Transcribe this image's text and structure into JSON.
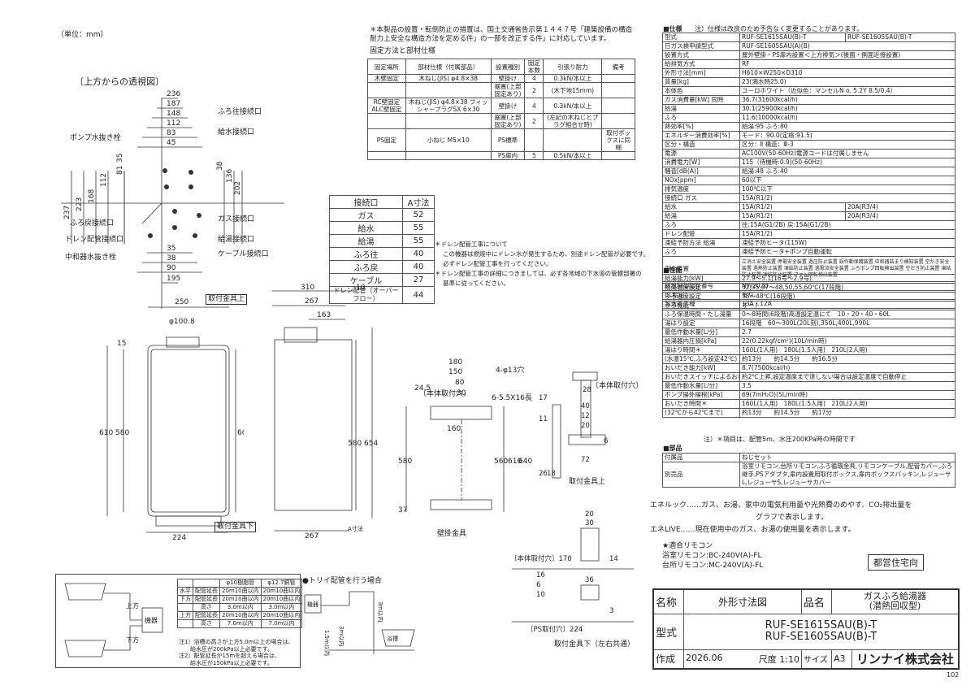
{
  "unit_label": "〔単位：mm〕",
  "page_number": "102",
  "note_top": "＊本製品の設置・転倒防止の措置は、国土交通省告示第１４４７号「建築設備の構造耐力上安全な構造方法を定める件」の一部を改正する件」に対応しています。",
  "fixing": {
    "title": "固定方法と部材仕様",
    "headers": [
      "固定場所",
      "部材仕様（付属部品）",
      "設置種別",
      "固定本数",
      "引張り耐力",
      "備考"
    ],
    "rows": [
      [
        "木壁固定",
        "木ねじ(JIS) φ4.8×38",
        "壁掛け",
        "4",
        "0.3kN/本以上",
        ""
      ],
      [
        "",
        "",
        "据置(上部固定あり)",
        "2",
        "(木下地15mm)",
        ""
      ],
      [
        "RC壁固定 ALC壁固定",
        "木ねじ(JIS) φ4.8×38 フィッシャープラグSX 6×30",
        "壁掛け",
        "4",
        "0.3kN/本以上",
        ""
      ],
      [
        "",
        "",
        "据置(上部固定あり)",
        "2",
        "(左記の木ねじとプラグ組合せ時)",
        ""
      ],
      [
        "PS固定",
        "小ねじ M5×10",
        "PS標準",
        "",
        "",
        "取付ボックスに同梱"
      ],
      [
        "",
        "",
        "PS扉内",
        "5",
        "0.5kN/本以上",
        ""
      ]
    ]
  },
  "conn_table": {
    "headers": [
      "接続口",
      "A寸法"
    ],
    "rows": [
      [
        "ガス",
        "52"
      ],
      [
        "給水",
        "55"
      ],
      [
        "給湯",
        "55"
      ],
      [
        "ふろ往",
        "40"
      ],
      [
        "ふろ戻",
        "40"
      ],
      [
        "ケーブル",
        "27"
      ],
      [
        "ドレン配管（オーバーフロー）",
        "44"
      ]
    ]
  },
  "drain_notes": [
    "＊ドレン配管工事について",
    "この機器は燃焼中にドレン水が発生するため、別途ドレン配管が必要です。",
    "必ずドレン配管工事を行ってください。",
    "＊ドレン配管工事の詳細につきましては、必ず各地域の下水道の管轄部署の",
    "基準に従ってください。"
  ],
  "top_view": {
    "title": "〔上方からの透視図〕",
    "labels": [
      "ポンプ水抜き栓",
      "ふろ往接続口",
      "給水接続口",
      "ふろ戻接続口",
      "ガス接続口",
      "ドレン配管接続口",
      "給湯接続口",
      "中和器水抜き栓",
      "ケーブル接続口"
    ],
    "dims": [
      "236",
      "187",
      "148",
      "112",
      "83",
      "45",
      "35",
      "81",
      "112",
      "168",
      "223",
      "237",
      "38",
      "136",
      "202",
      "35",
      "38",
      "90",
      "195"
    ]
  },
  "front_view": {
    "dims": [
      "250",
      "φ100.8",
      "15",
      "610",
      "580",
      "608",
      "224"
    ],
    "label_top": "取付金具上",
    "label_bottom": "取付金具下"
  },
  "side_view": {
    "dims": [
      "310",
      "10",
      "267",
      "163",
      "580",
      "654",
      "267",
      "A寸法"
    ]
  },
  "bracket_view": {
    "dims": [
      "180",
      "150",
      "80",
      "30",
      "24.5",
      "4-φ13穴",
      "6-5.5X16長穴",
      "160",
      "580",
      "560",
      "610",
      "640",
      "37"
    ],
    "label_body": "〔本体取付穴〕",
    "label_wall": "壁掛金具"
  },
  "upper_bracket": {
    "dims": [
      "28",
      "40",
      "12",
      "20",
      "6",
      "72",
      "17",
      "11",
      "26",
      "18"
    ],
    "label": "〔本体取付穴〕",
    "title": "取付金具上"
  },
  "lower_bracket": {
    "dims": [
      "20",
      "30",
      "〔本体取付穴〕170",
      "14",
      "16",
      "6",
      "10",
      "36",
      "3",
      "〔PS取付穴〕224"
    ],
    "title": "取付金具下（左右共通）"
  },
  "spec": {
    "title": "■仕様",
    "note": "注）仕様は改良のため予告なく変更することがあります。",
    "rows": [
      [
        "型式",
        "RUF-SE1615SAU(B)-T",
        "RUF-SE1605SAU(B)-T"
      ],
      [
        "日ガス検申請型式",
        "RUF-SE1605SAU(A)(B)",
        ""
      ],
      [
        "設置方式",
        "屋外壁掛・PS扉内設置＜上方排気＞(後面・側面近接設置)",
        ""
      ],
      [
        "給排気方式",
        "RF",
        ""
      ],
      [
        "外形寸法[mm]",
        "H610×W250×D310",
        ""
      ],
      [
        "質量[kg]",
        "23(満水時25.0)",
        ""
      ],
      [
        "本体色",
        "ユーロホワイト（近似色：マンセルN o. 5.2Y 8.5/0.4）",
        ""
      ],
      [
        "ガス消費量[kW] 同時",
        "36.7(31600kcal/h)",
        ""
      ],
      [
        "給湯",
        "30.1(25900kcal/h)",
        ""
      ],
      [
        "ふろ",
        "11.6(10000kcal/h)",
        ""
      ],
      [
        "熱効率[%]",
        "給湯:95 ふろ:80",
        ""
      ],
      [
        "エネルギー消費効率[%]",
        "モード：90.0(定格:91.5)",
        ""
      ],
      [
        "区分・構造",
        "区分：Ⅱ 構造：Ⅲ-3",
        ""
      ],
      [
        "電源",
        "AC100V(50-60Hz)電源コードは付属しません",
        ""
      ],
      [
        "消費電力[W]",
        "115（待機時:0.9)(50-60Hz)",
        ""
      ],
      [
        "騒音[dB(A)]",
        "給湯:48 ふろ:40",
        ""
      ],
      [
        "NOx[ppm]",
        "60以下",
        ""
      ],
      [
        "排気温度",
        "100℃以下",
        ""
      ],
      [
        "接続口 ガス",
        "15A(R1/2)",
        ""
      ],
      [
        "給水",
        "15A(R1/2)",
        "20A(R3/4)"
      ],
      [
        "給湯",
        "15A(R1/2)",
        "20A(R3/4)"
      ],
      [
        "ふろ",
        "往:15A(G1/2B) 戻:15A(G1/2B)",
        ""
      ],
      [
        "ドレン配管",
        "15A(R1/2)",
        ""
      ],
      [
        "凍結予防方法 給湯",
        "凍結予防ヒータ(115W)",
        ""
      ],
      [
        "ふろ",
        "凍結予防ヒータ+ポンプ自動運転",
        ""
      ],
      [
        "安全装置",
        "立消え安全装置 停電安全装置 過圧防止装置 誤作動保護装置 中和器詰まり検知装置 空だき安全装置 過熱防止装置 凍結防止装置 過電流安全装置 ふろポンプ回転検出装置 空だき防止装置 凍結防止装置 凍結防止装置 ファン回転検出装置",
        ""
      ],
      [
        "給水制御認証番号",
        "NW2020",
        ""
      ],
      [
        "BL認定",
        "有り",
        ""
      ],
      [
        "製造ガス種",
        "13A・12A",
        ""
      ]
    ]
  },
  "perf": {
    "title": "■性能",
    "rows": [
      [
        "給湯能力[kW]",
        "27.9～5.1(16号～2.9号)"
      ],
      [
        "給湯温度設定",
        "32,35,37～48,50,55,60℃(17段階)"
      ],
      [
        "ふろ温度設定",
        "33～48℃(16段階)"
      ],
      [
        "ふろ機能",
        "オート"
      ],
      [
        "ふろ保温時間・たし湯量",
        "0～8時間(6段階)高温設定温にて　10・20・40・60L"
      ],
      [
        "湯はり設定",
        "16段階　60～300L(20L刻),350L,400L,990L"
      ],
      [
        "最低作動水量[L/分]",
        "2.7"
      ],
      [
        "給湯器内圧損[kPa]",
        "22(0.22kgf/cm²)(10L/min時)"
      ],
      [
        "湯はり時間＊",
        "160L(1人用)　180L(1.5人用)　210L(2人用)"
      ],
      [
        "(水温15℃,ふろ設定42℃)",
        "約13分　　約14.5分　　約16.5分"
      ],
      [
        "おいだき能力[kW]",
        "8.7(7500kcal/h)"
      ],
      [
        "おいだきスイッチによるおいだき",
        "約2℃上昇,設定温度まで達しない場合は設定温度で自動停止"
      ],
      [
        "最低作動水量[L/分]",
        "3.5"
      ],
      [
        "ポンプ揚外揚程[kPa]",
        "69(7mH₂O)(5L/min時)"
      ],
      [
        "おいだき時間＊",
        "160L(1人用)　180L(1.5人用)　210L(2人用)"
      ],
      [
        "(32℃から42℃まで)",
        "約13分　　約14.5分　　約17分"
      ]
    ],
    "footnote": "注）＊項目は、配管5m、水圧200KPa時の時間です"
  },
  "parts": {
    "title": "■部品",
    "rows": [
      [
        "付属品",
        "ねじセット"
      ],
      [
        "別売品",
        "浴室リモコン,台所リモコン,ふろ循環金具,リモコンケーブル,配管カバー,ふろ継手,PSアダプタ,扉内設置用取付ボックス,扉内ボックスパッキン,レジューサL,レジューサS,レジューサカバー"
      ]
    ]
  },
  "enelook": [
    "エネルック……ガス、お湯、家中の電気利用量や光熱費のめやす、CO₂排出量を",
    "グラフで表示します。",
    "エネLIVE……現在使用中のガス、お湯の使用量を表示します。"
  ],
  "remote": [
    "★適合リモコン",
    "浴室リモコン:BC-240V(A)-FL",
    "台所リモコン:MC-240V(A)-FL"
  ],
  "stamp": "都営住宅向",
  "pipe_table": {
    "headers": [
      "",
      "",
      "φ10樹脂管",
      "φ12.7銅管"
    ],
    "rows": [
      [
        "水平",
        "配管延長",
        "20m10曲以内",
        "20m10曲以内"
      ],
      [
        "下方",
        "配管延長",
        "20m10曲以内",
        "20m10曲以内"
      ],
      [
        "",
        "高さ",
        "3.0m以内",
        "3.0m以内"
      ],
      [
        "上方",
        "配管延長",
        "20m10曲以内",
        "20m10曲以内"
      ],
      [
        "",
        "高さ",
        "7.0m以内",
        "7.0m以内"
      ]
    ],
    "notes": [
      "注1）浴槽の高さが上方5.0m以上の場合は、",
      "　　給水圧が200kPa以上必要です。",
      "注2）配管延長が15mを超える場合は、",
      "　　給水圧が150kPa以上必要です。"
    ]
  },
  "trap_label": "●トリイ配管を行う場合",
  "trap_dims": [
    "3m以内",
    "3m以内",
    "1.5m以内"
  ],
  "trap_tags": [
    "機器",
    "浴槽"
  ],
  "small_labels": {
    "up": "上方",
    "down": "下方",
    "unit": "機器"
  },
  "titleblock": {
    "name_label": "名称",
    "name_value": "外形寸法図",
    "product_label": "品名",
    "product_value1": "ガスふろ給湯器",
    "product_value2": "(潜熱回収型)",
    "model_label": "型式",
    "model_value1": "RUF-SE1615SAU(B)-T",
    "model_value2": "RUF-SE1605SAU(B)-T",
    "date_label": "作成",
    "date": "2026.06",
    "scale_label": "尺度",
    "scale": "1:10",
    "size_label": "サイズ",
    "size": "A3",
    "company": "リンナイ株式会社"
  }
}
